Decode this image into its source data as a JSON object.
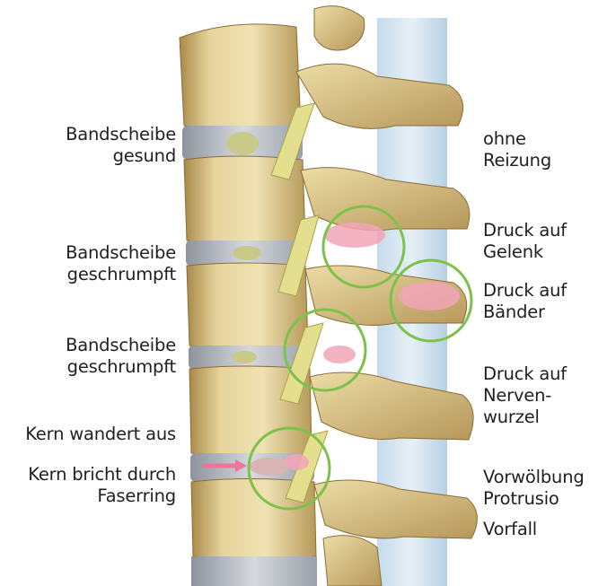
{
  "labels_left": [
    {
      "id": "disc-healthy",
      "lines": [
        "Bandscheibe",
        "gesund"
      ]
    },
    {
      "id": "disc-shrunk-1",
      "lines": [
        "Bandscheibe",
        "geschrumpft"
      ]
    },
    {
      "id": "disc-shrunk-2",
      "lines": [
        "Bandscheibe",
        "geschrumpft"
      ]
    },
    {
      "id": "nucleus-migrates",
      "lines": [
        "Kern wandert aus"
      ]
    },
    {
      "id": "nucleus-breaks",
      "lines": [
        "Kern bricht durch",
        "Faserring"
      ]
    }
  ],
  "labels_right": [
    {
      "id": "no-irritation",
      "lines": [
        "ohne",
        "Reizung"
      ]
    },
    {
      "id": "pressure-joint",
      "lines": [
        "Druck auf",
        "Gelenk"
      ]
    },
    {
      "id": "pressure-ligaments",
      "lines": [
        "Druck auf",
        "Bänder"
      ]
    },
    {
      "id": "pressure-nerve",
      "lines": [
        "Druck auf",
        "Nerven-",
        "wurzel"
      ]
    },
    {
      "id": "protrusion",
      "lines": [
        "Vorwölbung",
        "Protrusio"
      ]
    },
    {
      "id": "prolapse",
      "lines": [
        "Vorfall"
      ]
    }
  ],
  "colors": {
    "bone": "#e2cf94",
    "bone_shade": "#b89a55",
    "disc": "#b9bcc4",
    "highlight_ring": "#7cc24a",
    "inflammation": "#f2a6b8",
    "spinal_cord": "#d7e6f1"
  }
}
